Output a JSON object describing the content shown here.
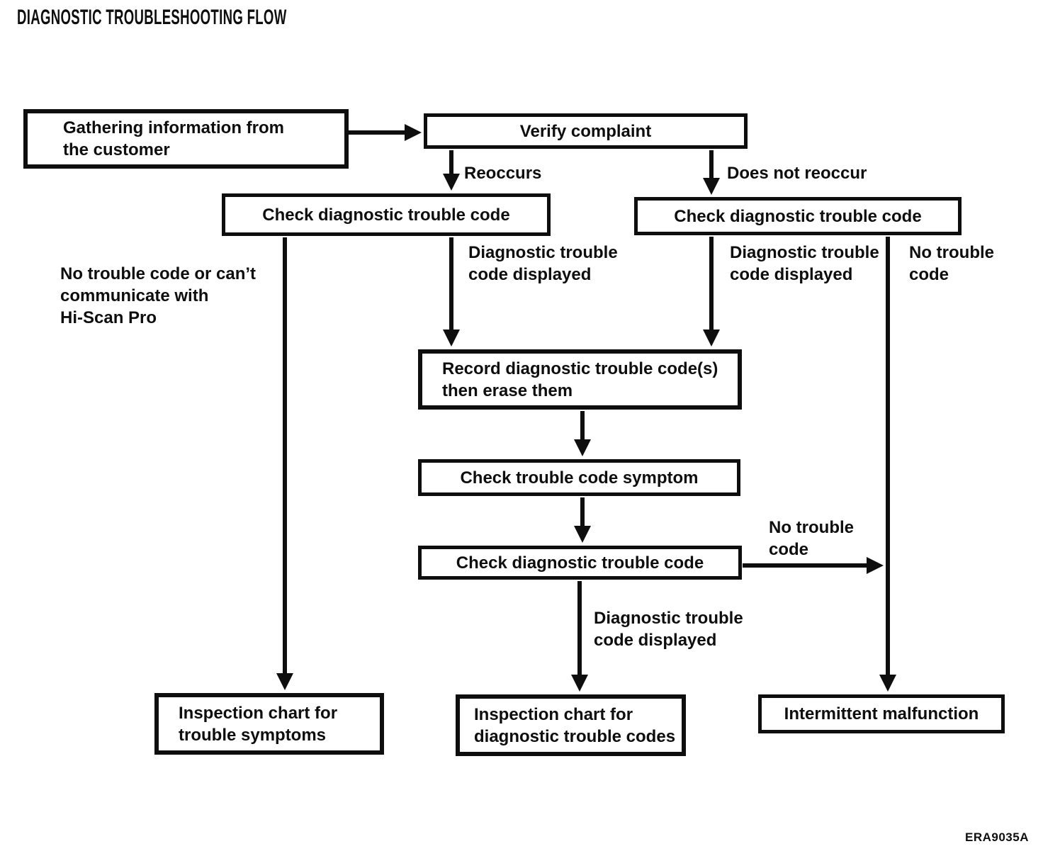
{
  "title": "DIAGNOSTIC TROUBLESHOOTING FLOW",
  "figure_code": "ERA9035A",
  "colors": {
    "ink": "#0e0e0e",
    "paper": "#ffffff"
  },
  "nodes": {
    "gather": {
      "label": "Gathering information from\nthe customer"
    },
    "verify": {
      "label": "Verify complaint"
    },
    "check_left": {
      "label": "Check diagnostic trouble code"
    },
    "check_right": {
      "label": "Check diagnostic trouble code"
    },
    "record": {
      "label": "Record diagnostic trouble code(s)\nthen erase them"
    },
    "symptom": {
      "label": "Check trouble code symptom"
    },
    "check_bottom": {
      "label": "Check diagnostic trouble code"
    },
    "inspection_symptoms": {
      "label": "Inspection chart for\ntrouble symptoms"
    },
    "inspection_codes": {
      "label": "Inspection chart for\ndiagnostic trouble codes"
    },
    "intermittent": {
      "label": "Intermittent malfunction"
    }
  },
  "edge_labels": {
    "reoccurs": "Reoccurs",
    "does_not_reoccur": "Does not reoccur",
    "no_code_hiscan": "No trouble code or can’t\ncommunicate with\nHi-Scan Pro",
    "dtc_displayed_left": "Diagnostic trouble\ncode displayed",
    "dtc_displayed_right": "Diagnostic trouble\ncode displayed",
    "no_trouble_code_right": "No trouble\ncode",
    "no_trouble_code_mid": "No trouble\ncode",
    "dtc_displayed_bottom": "Diagnostic trouble\ncode displayed"
  }
}
